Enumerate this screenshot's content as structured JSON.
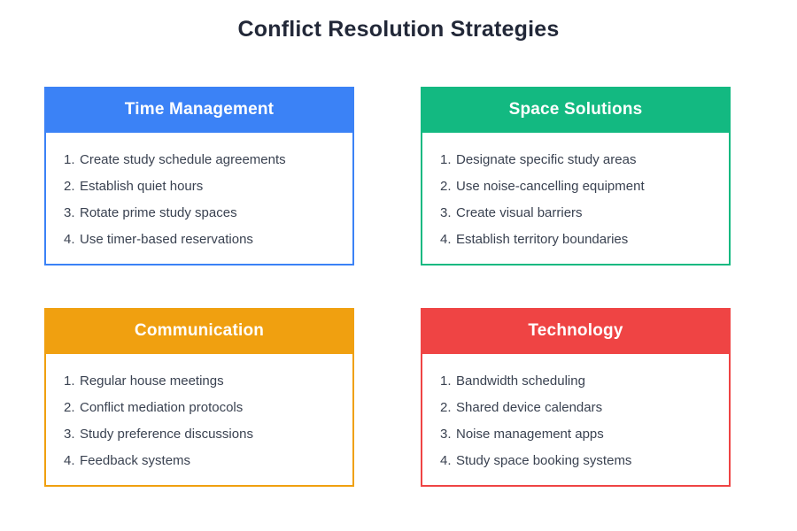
{
  "page": {
    "title": "Conflict Resolution Strategies",
    "background_color": "#ffffff",
    "title_color": "#222838",
    "item_text_color": "#3a4251"
  },
  "cards": [
    {
      "title": "Time Management",
      "accent_color": "#3b82f6",
      "header_text_color": "#ffffff",
      "items": [
        {
          "number": "1.",
          "text": "Create study schedule agreements"
        },
        {
          "number": "2.",
          "text": "Establish quiet hours"
        },
        {
          "number": "3.",
          "text": "Rotate prime study spaces"
        },
        {
          "number": "4.",
          "text": "Use timer-based reservations"
        }
      ]
    },
    {
      "title": "Space Solutions",
      "accent_color": "#13b981",
      "header_text_color": "#ffffff",
      "items": [
        {
          "number": "1.",
          "text": "Designate specific study areas"
        },
        {
          "number": "2.",
          "text": "Use noise-cancelling equipment"
        },
        {
          "number": "3.",
          "text": "Create visual barriers"
        },
        {
          "number": "4.",
          "text": "Establish territory boundaries"
        }
      ]
    },
    {
      "title": "Communication",
      "accent_color": "#f0a010",
      "header_text_color": "#ffffff",
      "items": [
        {
          "number": "1.",
          "text": "Regular house meetings"
        },
        {
          "number": "2.",
          "text": "Conflict mediation protocols"
        },
        {
          "number": "3.",
          "text": "Study preference discussions"
        },
        {
          "number": "4.",
          "text": "Feedback systems"
        }
      ]
    },
    {
      "title": "Technology",
      "accent_color": "#ef4444",
      "header_text_color": "#ffffff",
      "items": [
        {
          "number": "1.",
          "text": "Bandwidth scheduling"
        },
        {
          "number": "2.",
          "text": "Shared device calendars"
        },
        {
          "number": "3.",
          "text": "Noise management apps"
        },
        {
          "number": "4.",
          "text": "Study space booking systems"
        }
      ]
    }
  ]
}
